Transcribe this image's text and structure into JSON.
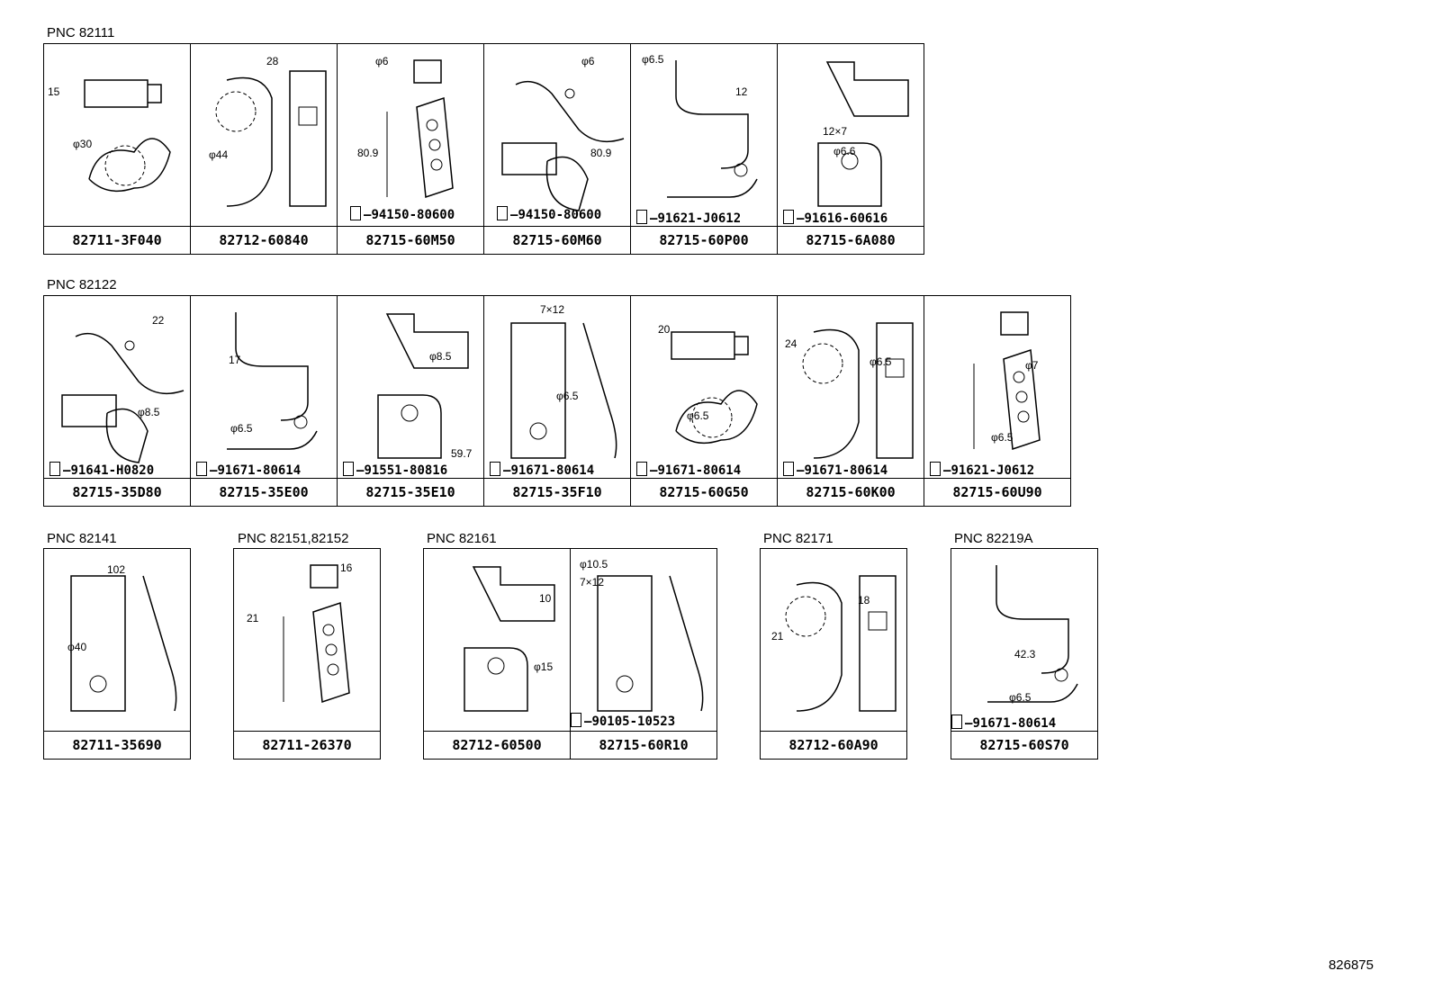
{
  "groups": [
    {
      "pnc": "PNC 82111",
      "cells": [
        {
          "part": "82711-3F040",
          "dims": [
            "15",
            "φ30"
          ],
          "bolt": ""
        },
        {
          "part": "82712-60840",
          "dims": [
            "28",
            "φ44"
          ],
          "bolt": ""
        },
        {
          "part": "82715-60M50",
          "dims": [
            "φ6",
            "80.9"
          ],
          "bolt": "94150-80600"
        },
        {
          "part": "82715-60M60",
          "dims": [
            "φ6",
            "80.9"
          ],
          "bolt": "94150-80600"
        },
        {
          "part": "82715-60P00",
          "dims": [
            "φ6.5",
            "12"
          ],
          "bolt": "91621-J0612"
        },
        {
          "part": "82715-6A080",
          "dims": [
            "12×7",
            "φ6.6"
          ],
          "bolt": "91616-60616"
        }
      ]
    },
    {
      "pnc": "PNC 82122",
      "cells": [
        {
          "part": "82715-35D80",
          "dims": [
            "22",
            "φ8.5"
          ],
          "bolt": "91641-H0820"
        },
        {
          "part": "82715-35E00",
          "dims": [
            "17",
            "φ6.5"
          ],
          "bolt": "91671-80614"
        },
        {
          "part": "82715-35E10",
          "dims": [
            "φ8.5",
            "59.7"
          ],
          "bolt": "91551-80816"
        },
        {
          "part": "82715-35F10",
          "dims": [
            "7×12",
            "φ6.5"
          ],
          "bolt": "91671-80614"
        },
        {
          "part": "82715-60G50",
          "dims": [
            "20",
            "φ6.5"
          ],
          "bolt": "91671-80614"
        },
        {
          "part": "82715-60K00",
          "dims": [
            "24",
            "φ6.5"
          ],
          "bolt": "91671-80614"
        },
        {
          "part": "82715-60U90",
          "dims": [
            "φ7",
            "φ6.5"
          ],
          "bolt": "91621-J0612"
        }
      ]
    },
    {
      "pnc": "PNC 82141",
      "cells": [
        {
          "part": "82711-35690",
          "dims": [
            "102",
            "φ40"
          ],
          "bolt": ""
        }
      ]
    },
    {
      "pnc": "PNC 82151,82152",
      "cells": [
        {
          "part": "82711-26370",
          "dims": [
            "16",
            "21"
          ],
          "bolt": ""
        }
      ]
    },
    {
      "pnc": "PNC 82161",
      "cells": [
        {
          "part": "82712-60500",
          "dims": [
            "10",
            "φ15"
          ],
          "bolt": ""
        },
        {
          "part": "82715-60R10",
          "dims": [
            "φ10.5",
            "7×12"
          ],
          "bolt": "90105-10523"
        }
      ]
    },
    {
      "pnc": "PNC 82171",
      "cells": [
        {
          "part": "82712-60A90",
          "dims": [
            "18",
            "21"
          ],
          "bolt": ""
        }
      ]
    },
    {
      "pnc": "PNC 82219A",
      "cells": [
        {
          "part": "82715-60S70",
          "dims": [
            "42.3",
            "φ6.5"
          ],
          "bolt": "91671-80614"
        }
      ]
    }
  ],
  "reference": "826875"
}
